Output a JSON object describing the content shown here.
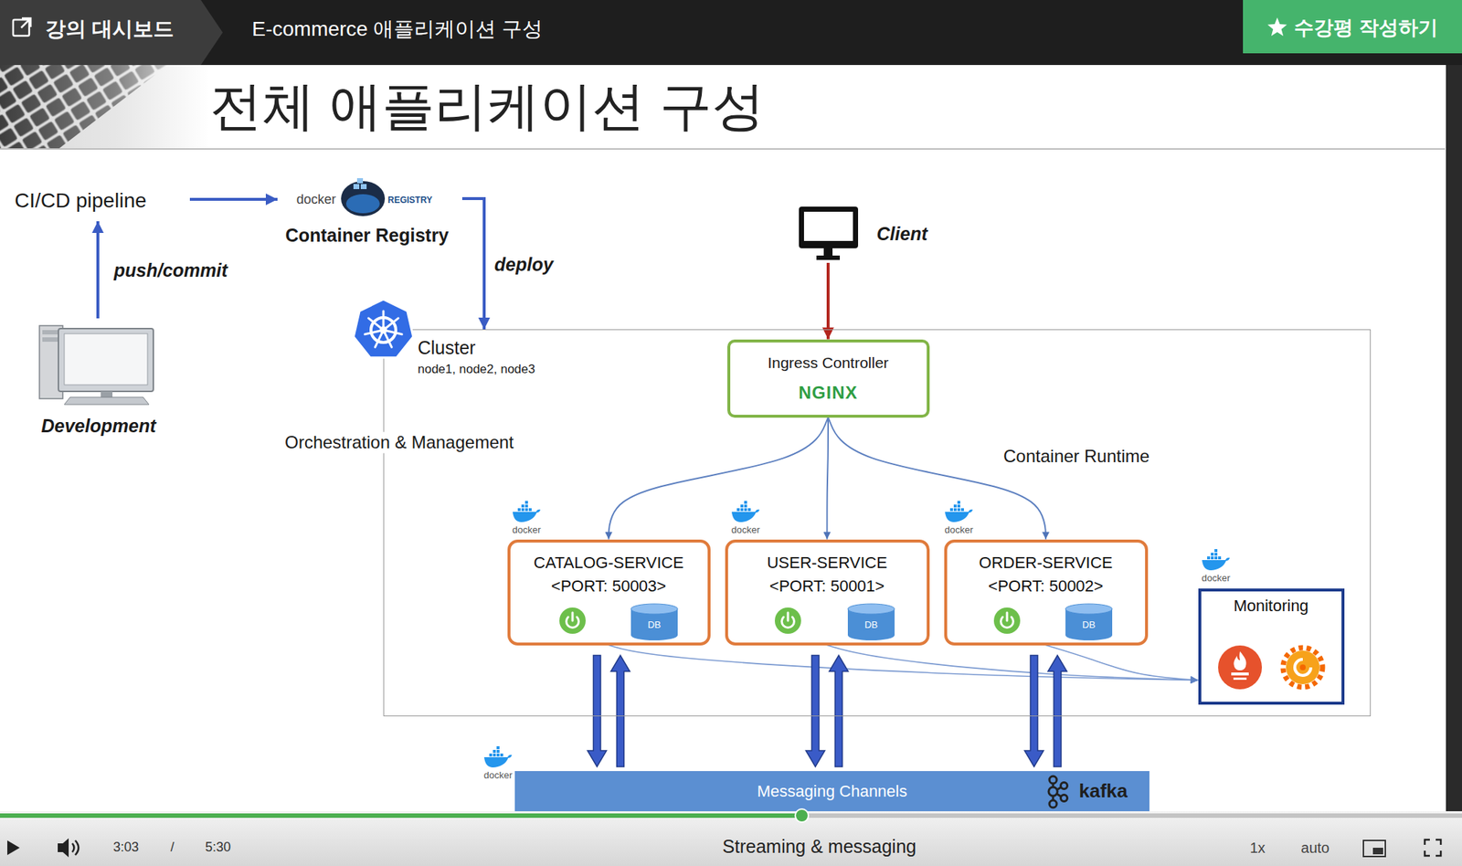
{
  "diagram": {
    "title": "전체 애플리케이션 구성",
    "nodes": [
      {
        "text": [
          "CI/CD pipeline"
        ]
      },
      {
        "text": [
          "Container Registry"
        ]
      },
      {
        "text": [
          "Development"
        ]
      },
      {
        "text": [
          "Client"
        ]
      },
      {
        "text": [
          "Cluster",
          "node1, node2, node3"
        ]
      },
      {
        "text": [
          "Ingress Controller",
          "NGINX"
        ],
        "in": 4
      },
      {
        "text": [
          "CATALOG-SERVICE",
          "<PORT: 50003>"
        ],
        "in": 4
      },
      {
        "text": [
          "USER-SERVICE",
          "<PORT: 50001>"
        ],
        "in": 4
      },
      {
        "text": [
          "ORDER-SERVICE",
          "<PORT: 50002>"
        ],
        "in": 4
      },
      {
        "text": [
          "Monitoring"
        ],
        "in": 4
      },
      {
        "text": [
          "Messaging Channels",
          "kafka"
        ]
      }
    ],
    "edges": [
      {
        "from": 2,
        "to": 0,
        "arrow": "to",
        "label": "push/commit"
      },
      {
        "from": 0,
        "to": 1,
        "arrow": "to"
      },
      {
        "from": 1,
        "to": 4,
        "arrow": "to",
        "label": "deploy"
      },
      {
        "from": 3,
        "to": 5,
        "arrow": "to"
      },
      {
        "from": 5,
        "to": 6,
        "arrow": "to"
      },
      {
        "from": 5,
        "to": 7,
        "arrow": "to"
      },
      {
        "from": 5,
        "to": 8,
        "arrow": "to"
      },
      {
        "from": 6,
        "to": 9,
        "arrow": "to"
      },
      {
        "from": 7,
        "to": 9,
        "arrow": "to"
      },
      {
        "from": 8,
        "to": 9,
        "arrow": "to"
      },
      {
        "from": 6,
        "to": 10,
        "arrow": "both"
      },
      {
        "from": 7,
        "to": 10,
        "arrow": "both"
      },
      {
        "from": 8,
        "to": 10,
        "arrow": "both"
      }
    ],
    "labels": [
      "강의 대시보드",
      "E-commerce 애플리케이션 구성",
      "수강평 작성하기",
      "docker",
      "REGISTRY",
      "Orchestration & Management",
      "Container Runtime",
      "docker",
      "DB",
      "docker",
      "DB",
      "docker",
      "DB",
      "docker",
      "docker",
      "3:03",
      "/",
      "5:30",
      "Streaming & messaging",
      "1x",
      "auto"
    ]
  }
}
